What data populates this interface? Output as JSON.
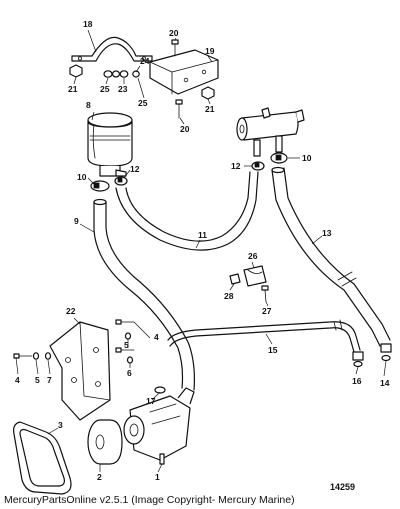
{
  "callouts": {
    "c1": "1",
    "c2": "2",
    "c3": "3",
    "c4a": "4",
    "c4b": "4",
    "c5a": "5",
    "c5b": "5",
    "c6": "6",
    "c7": "7",
    "c8": "8",
    "c9": "9",
    "c10a": "10",
    "c10b": "10",
    "c11": "11",
    "c12a": "12",
    "c12b": "12",
    "c13": "13",
    "c14": "14",
    "c15": "15",
    "c16": "16",
    "c17": "17",
    "c18": "18",
    "c19": "19",
    "c20a": "20",
    "c20b": "20",
    "c21a": "21",
    "c21b": "21",
    "c22": "22",
    "c23": "23",
    "c24": "24",
    "c25a": "25",
    "c25b": "25",
    "c26": "26",
    "c27": "27",
    "c28": "28"
  },
  "figure_number": "14259",
  "copyright": "MercuryPartsOnline v2.5.1 (Image Copyright- Mercury Marine)"
}
